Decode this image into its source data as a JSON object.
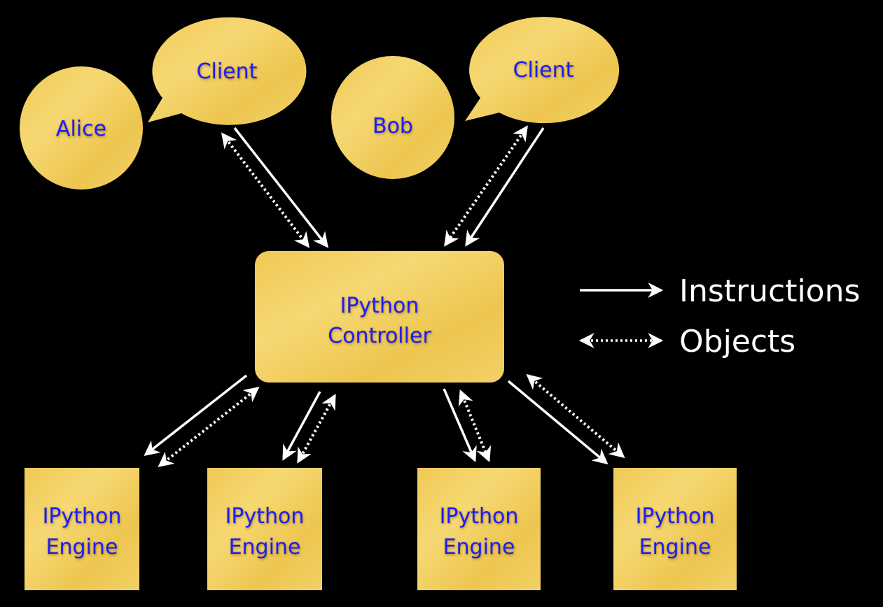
{
  "colors": {
    "background": "#000000",
    "node_fill": "#f1cd5a",
    "node_fill_light": "#f7dc7a",
    "node_fill_dark": "#e4bb45",
    "node_text": "#1a1aff",
    "arrow": "#ffffff",
    "legend_text": "#ffffff"
  },
  "users": [
    {
      "id": "alice",
      "name": "Alice",
      "client_label": "Client"
    },
    {
      "id": "bob",
      "name": "Bob",
      "client_label": "Client"
    }
  ],
  "controller": {
    "line1": "IPython",
    "line2": "Controller"
  },
  "engines": [
    {
      "line1": "IPython",
      "line2": "Engine"
    },
    {
      "line1": "IPython",
      "line2": "Engine"
    },
    {
      "line1": "IPython",
      "line2": "Engine"
    },
    {
      "line1": "IPython",
      "line2": "Engine"
    }
  ],
  "connections": [
    {
      "from": "client-alice",
      "to": "controller",
      "instructions": true,
      "objects": true
    },
    {
      "from": "client-bob",
      "to": "controller",
      "instructions": true,
      "objects": true
    },
    {
      "from": "controller",
      "to": "engine-1",
      "instructions": true,
      "objects": true
    },
    {
      "from": "controller",
      "to": "engine-2",
      "instructions": true,
      "objects": true
    },
    {
      "from": "controller",
      "to": "engine-3",
      "instructions": true,
      "objects": true
    },
    {
      "from": "controller",
      "to": "engine-4",
      "instructions": true,
      "objects": true
    }
  ],
  "legend": {
    "instructions_label": "Instructions",
    "objects_label": "Objects"
  }
}
